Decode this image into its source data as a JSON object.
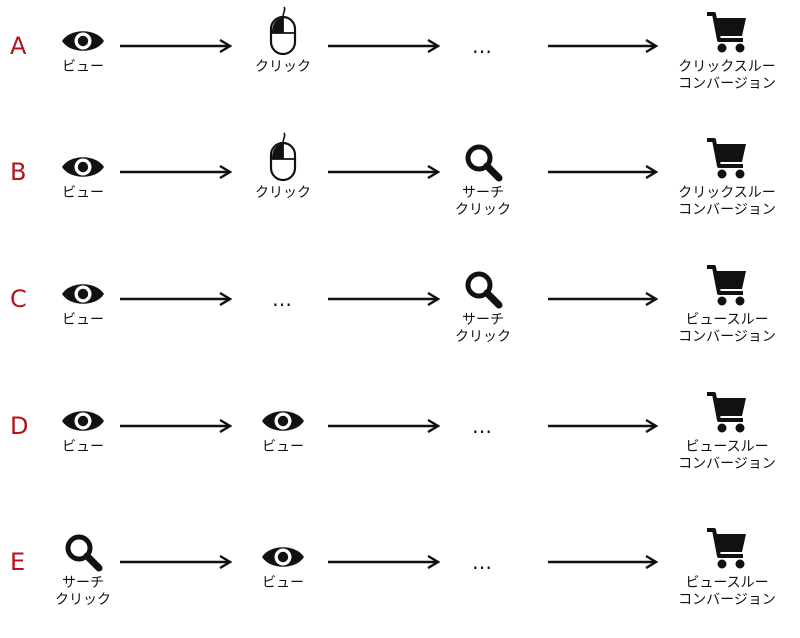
{
  "rows": [
    {
      "letter": "A",
      "nodes": [
        {
          "type": "eye",
          "label": "ビュー"
        },
        {
          "type": "mouse",
          "label": "クリック"
        },
        {
          "type": "ellipsis",
          "label": "…"
        },
        {
          "type": "cart",
          "label": "クリックスルー\nコンバージョン"
        }
      ]
    },
    {
      "letter": "B",
      "nodes": [
        {
          "type": "eye",
          "label": "ビュー"
        },
        {
          "type": "mouse",
          "label": "クリック"
        },
        {
          "type": "search",
          "label": "サーチ\nクリック"
        },
        {
          "type": "cart",
          "label": "クリックスルー\nコンバージョン"
        }
      ]
    },
    {
      "letter": "C",
      "nodes": [
        {
          "type": "eye",
          "label": "ビュー"
        },
        {
          "type": "ellipsis",
          "label": "…"
        },
        {
          "type": "search",
          "label": "サーチ\nクリック"
        },
        {
          "type": "cart",
          "label": "ビュースルー\nコンバージョン"
        }
      ]
    },
    {
      "letter": "D",
      "nodes": [
        {
          "type": "eye",
          "label": "ビュー"
        },
        {
          "type": "eye",
          "label": "ビュー"
        },
        {
          "type": "ellipsis",
          "label": "…"
        },
        {
          "type": "cart",
          "label": "ビュースルー\nコンバージョン"
        }
      ]
    },
    {
      "letter": "E",
      "nodes": [
        {
          "type": "search",
          "label": "サーチ\nクリック"
        },
        {
          "type": "eye",
          "label": "ビュー"
        },
        {
          "type": "ellipsis",
          "label": "…"
        },
        {
          "type": "cart",
          "label": "ビュースルー\nコンバージョン"
        }
      ]
    }
  ],
  "icons": {
    "eye": "eye-icon",
    "mouse": "mouse-icon",
    "search": "search-icon",
    "cart": "shopping-cart-icon"
  },
  "colors": {
    "letter": "#b5121b",
    "ink": "#111111"
  }
}
